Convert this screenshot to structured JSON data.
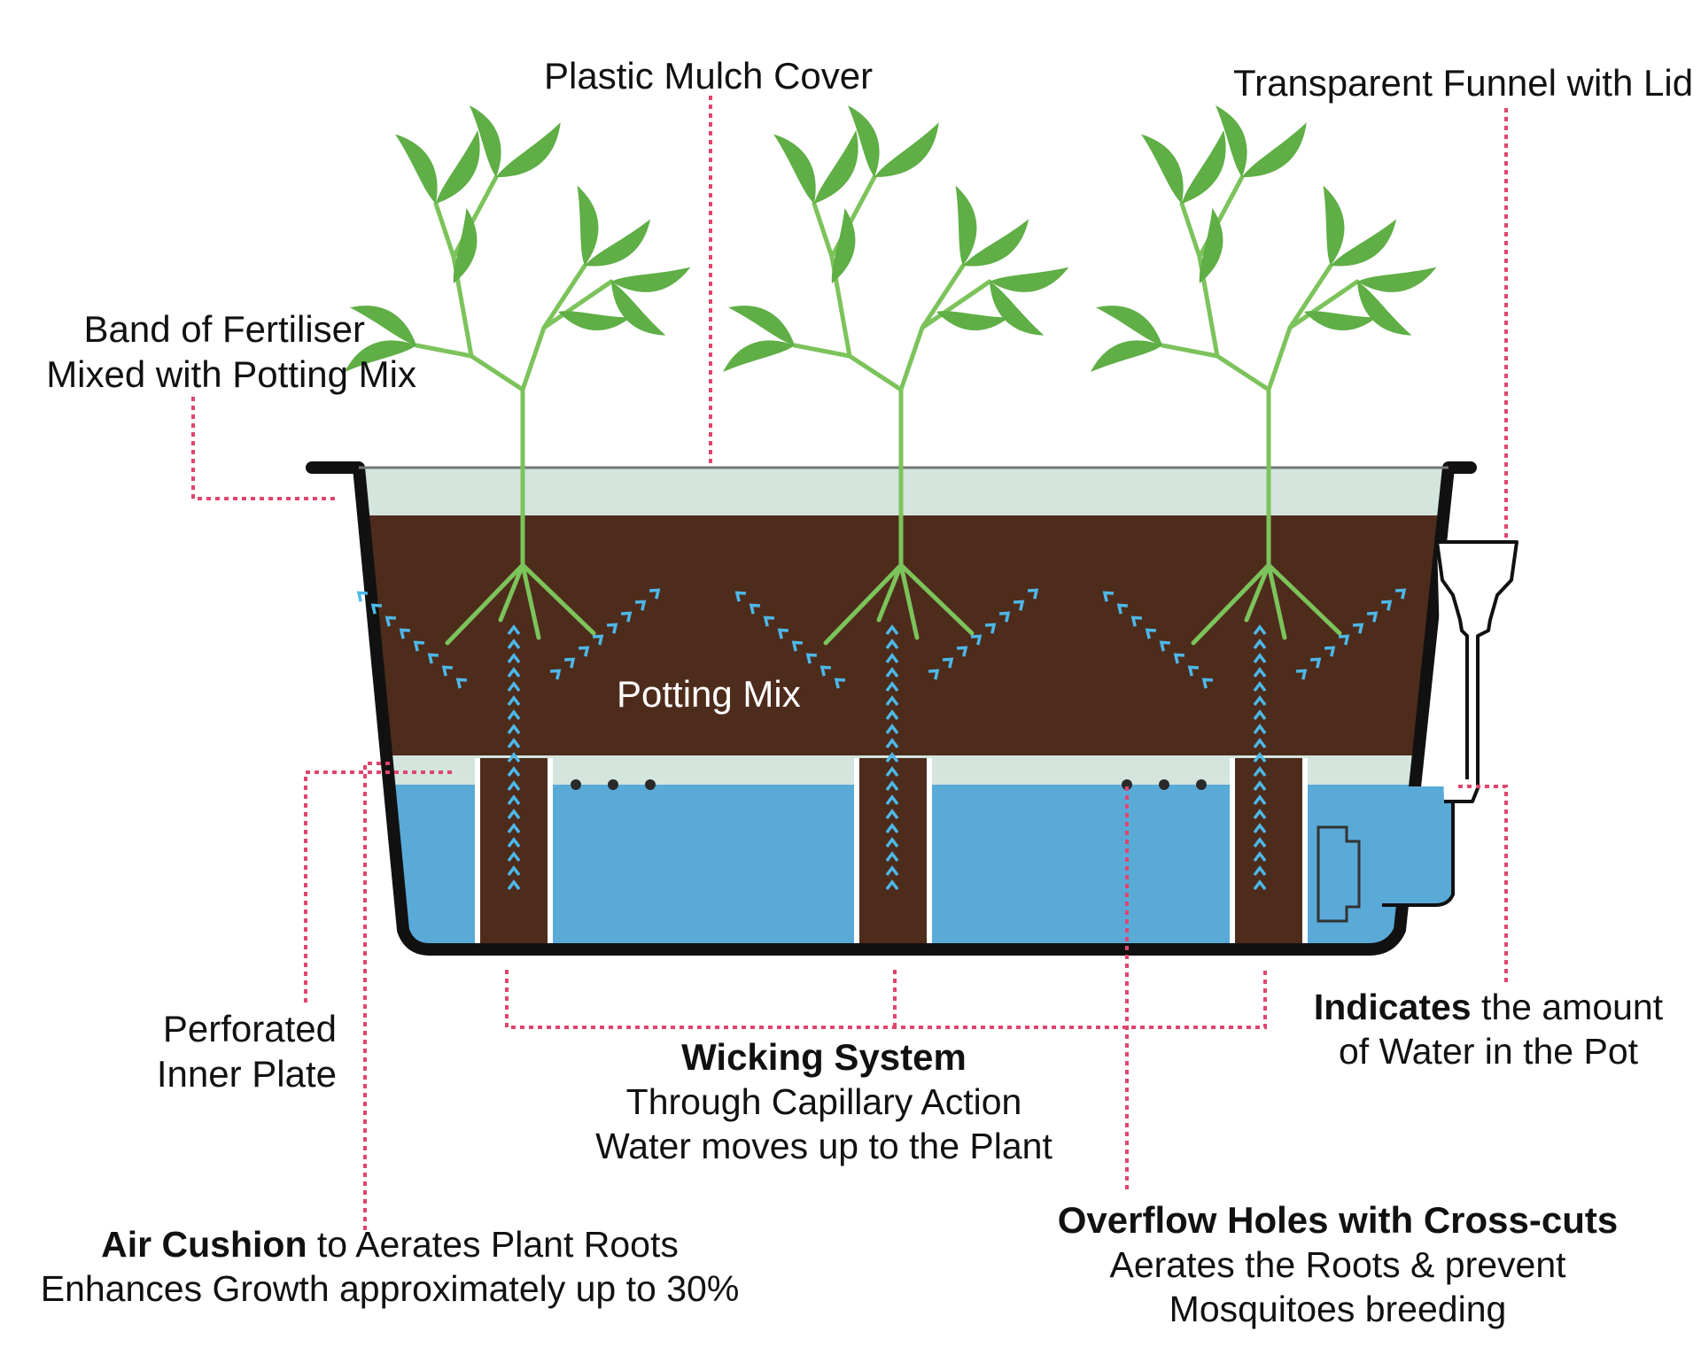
{
  "labels": {
    "plastic_mulch_cover": "Plastic Mulch Cover",
    "transparent_funnel": "Transparent Funnel with Lid",
    "band_fertiliser_line1": "Band of Fertiliser",
    "band_fertiliser_line2": "Mixed with Potting Mix",
    "potting_mix": "Potting Mix",
    "perforated_line1": "Perforated",
    "perforated_line2": "Inner Plate",
    "wicking_title": "Wicking System",
    "wicking_line1": "Through Capillary Action",
    "wicking_line2": "Water moves up to the Plant",
    "indicates_bold": "Indicates",
    "indicates_rest": " the amount",
    "indicates_line2": "of Water in the Pot",
    "air_bold": "Air Cushion",
    "air_rest": " to Aerates Plant Roots",
    "air_line2": "Enhances Growth approximately up to 30%",
    "overflow_title": "Overflow Holes with Cross-cuts",
    "overflow_line1": "Aerates the Roots & prevent",
    "overflow_line2": "Mosquitoes breeding"
  },
  "colors": {
    "leaf": "#5fae46",
    "stem": "#7cc35b",
    "soil": "#4e2c1c",
    "water": "#5aaad8",
    "mulch": "#d3e5dd",
    "pot_outline": "#111111",
    "leader_line": "#e0456e",
    "wick_arrow": "#4db8e8",
    "potting_mix_text": "#ffffff"
  }
}
